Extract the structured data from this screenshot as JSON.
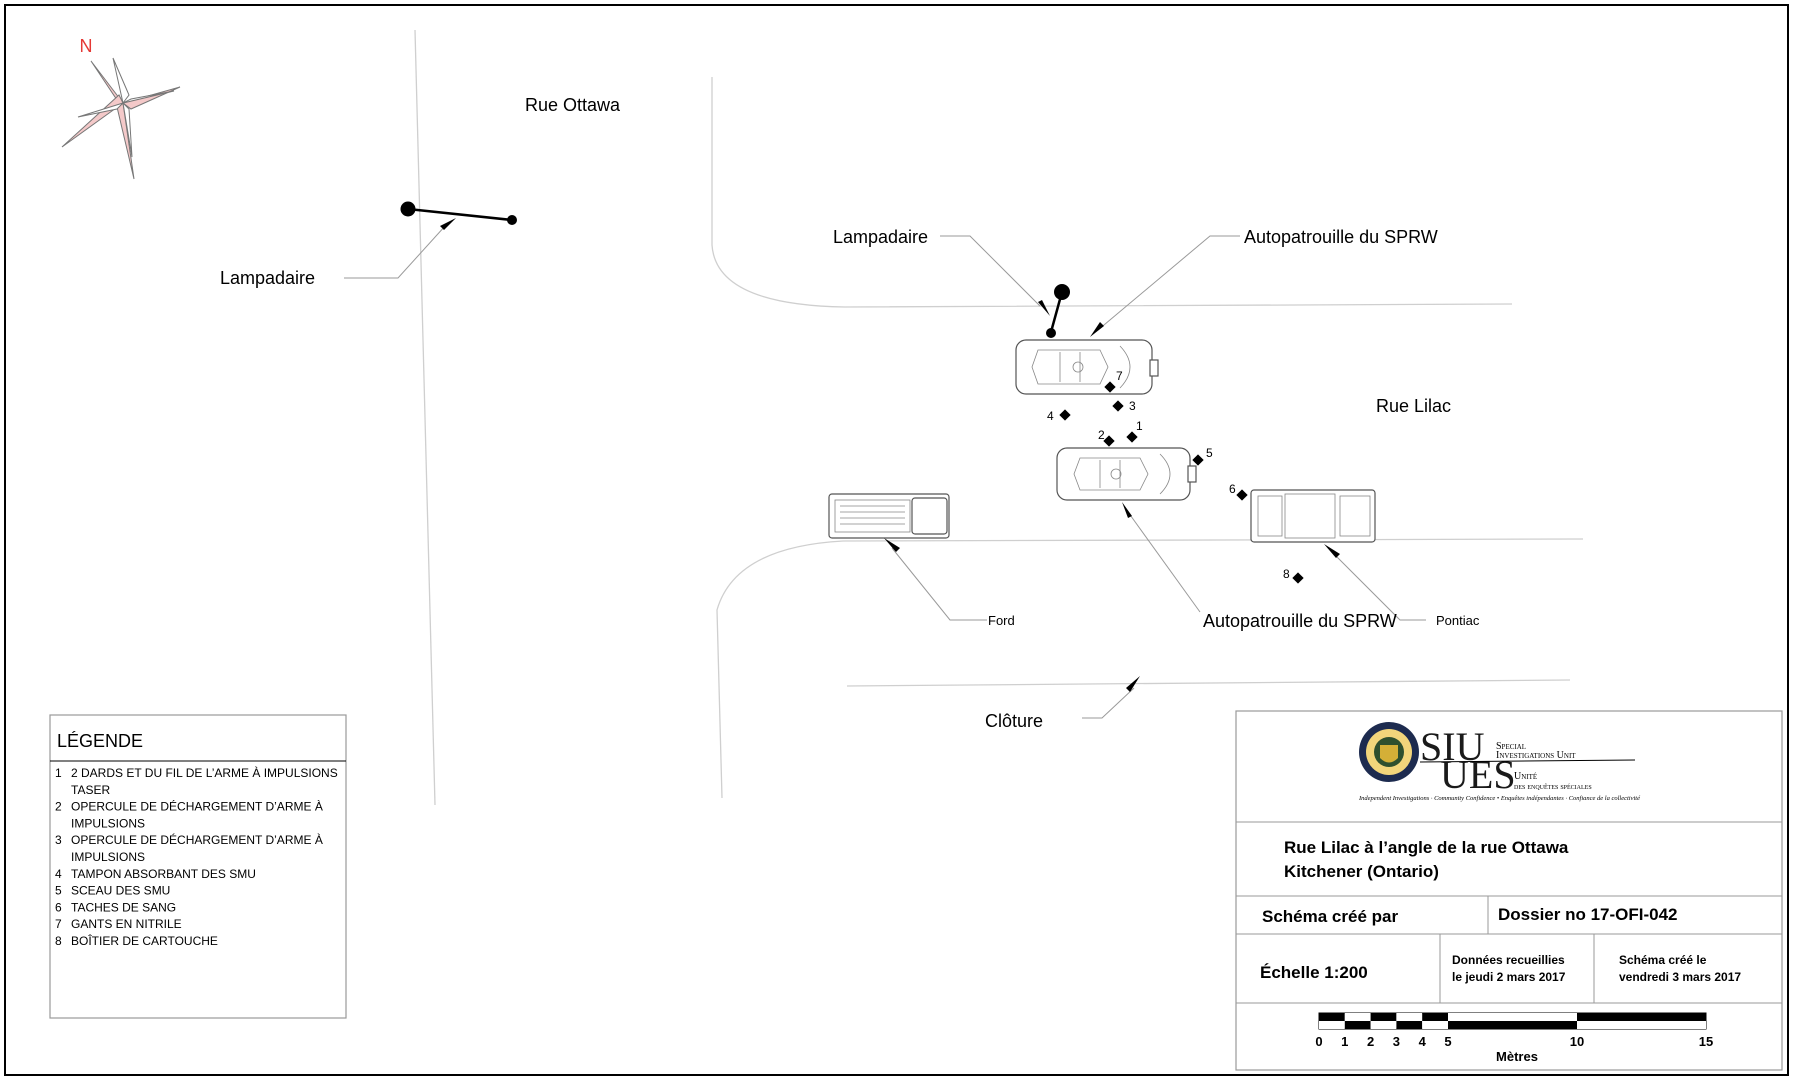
{
  "compass": {
    "north_label": "N",
    "icon": "compass-rose-icon"
  },
  "streets": {
    "ottawa": "Rue Ottawa",
    "lilac": "Rue Lilac"
  },
  "labels": {
    "lamp_left": "Lampadaire",
    "lamp_right": "Lampadaire",
    "cruiser_top": "Autopatrouille du SPRW",
    "cruiser_bottom": "Autopatrouille du SPRW",
    "ford": "Ford",
    "pontiac": "Pontiac",
    "fence": "Clôture"
  },
  "markers": [
    "1",
    "2",
    "3",
    "4",
    "5",
    "6",
    "7",
    "8"
  ],
  "legend": {
    "title": "LÉGENDE",
    "items": [
      {
        "num": "1",
        "lines": [
          "2 DARDS ET DU FIL DE L’ARME À IMPULSIONS",
          "TASER"
        ]
      },
      {
        "num": "2",
        "lines": [
          "OPERCULE DE DÉCHARGEMENT D’ARME À",
          "IMPULSIONS"
        ]
      },
      {
        "num": "3",
        "lines": [
          "OPERCULE DE DÉCHARGEMENT D’ARME À",
          "IMPULSIONS"
        ]
      },
      {
        "num": "4",
        "lines": [
          "TAMPON ABSORBANT DES SMU"
        ]
      },
      {
        "num": "5",
        "lines": [
          "SCEAU DES SMU"
        ]
      },
      {
        "num": "6",
        "lines": [
          "TACHES DE SANG"
        ]
      },
      {
        "num": "7",
        "lines": [
          "GANTS EN NITRILE"
        ]
      },
      {
        "num": "8",
        "lines": [
          "BOÎTIER DE CARTOUCHE"
        ]
      }
    ]
  },
  "logo": {
    "siu": "SIU",
    "ues": "UES",
    "special": "Special",
    "investigations_unit": "Investigations Unit",
    "unite": "Unité",
    "des_enquetes": "des enquêtes spéciales",
    "tagline": "Independent Investigations · Community Confidence • Enquêtes indépendantes · Confiance de la collectivité"
  },
  "title_block": {
    "location_line1": "Rue Lilac à l’angle de la rue Ottawa",
    "location_line2": "Kitchener (Ontario)",
    "created_by": "Schéma créé par",
    "file_no": "Dossier no 17-OFI-042",
    "scale": "Échelle 1:200",
    "collected_line1": "Données recueillies",
    "collected_line2": "le jeudi 2 mars 2017",
    "created_line1": "Schéma créé le",
    "created_line2": "vendredi 3 mars 2017",
    "scale_ticks": [
      "0",
      "1",
      "2",
      "3",
      "4",
      "5",
      "10",
      "15"
    ],
    "scale_unit": "Mètres"
  },
  "colors": {
    "compass_fill": "#f4c9c9",
    "north": "#e53935",
    "border": "#000000"
  }
}
